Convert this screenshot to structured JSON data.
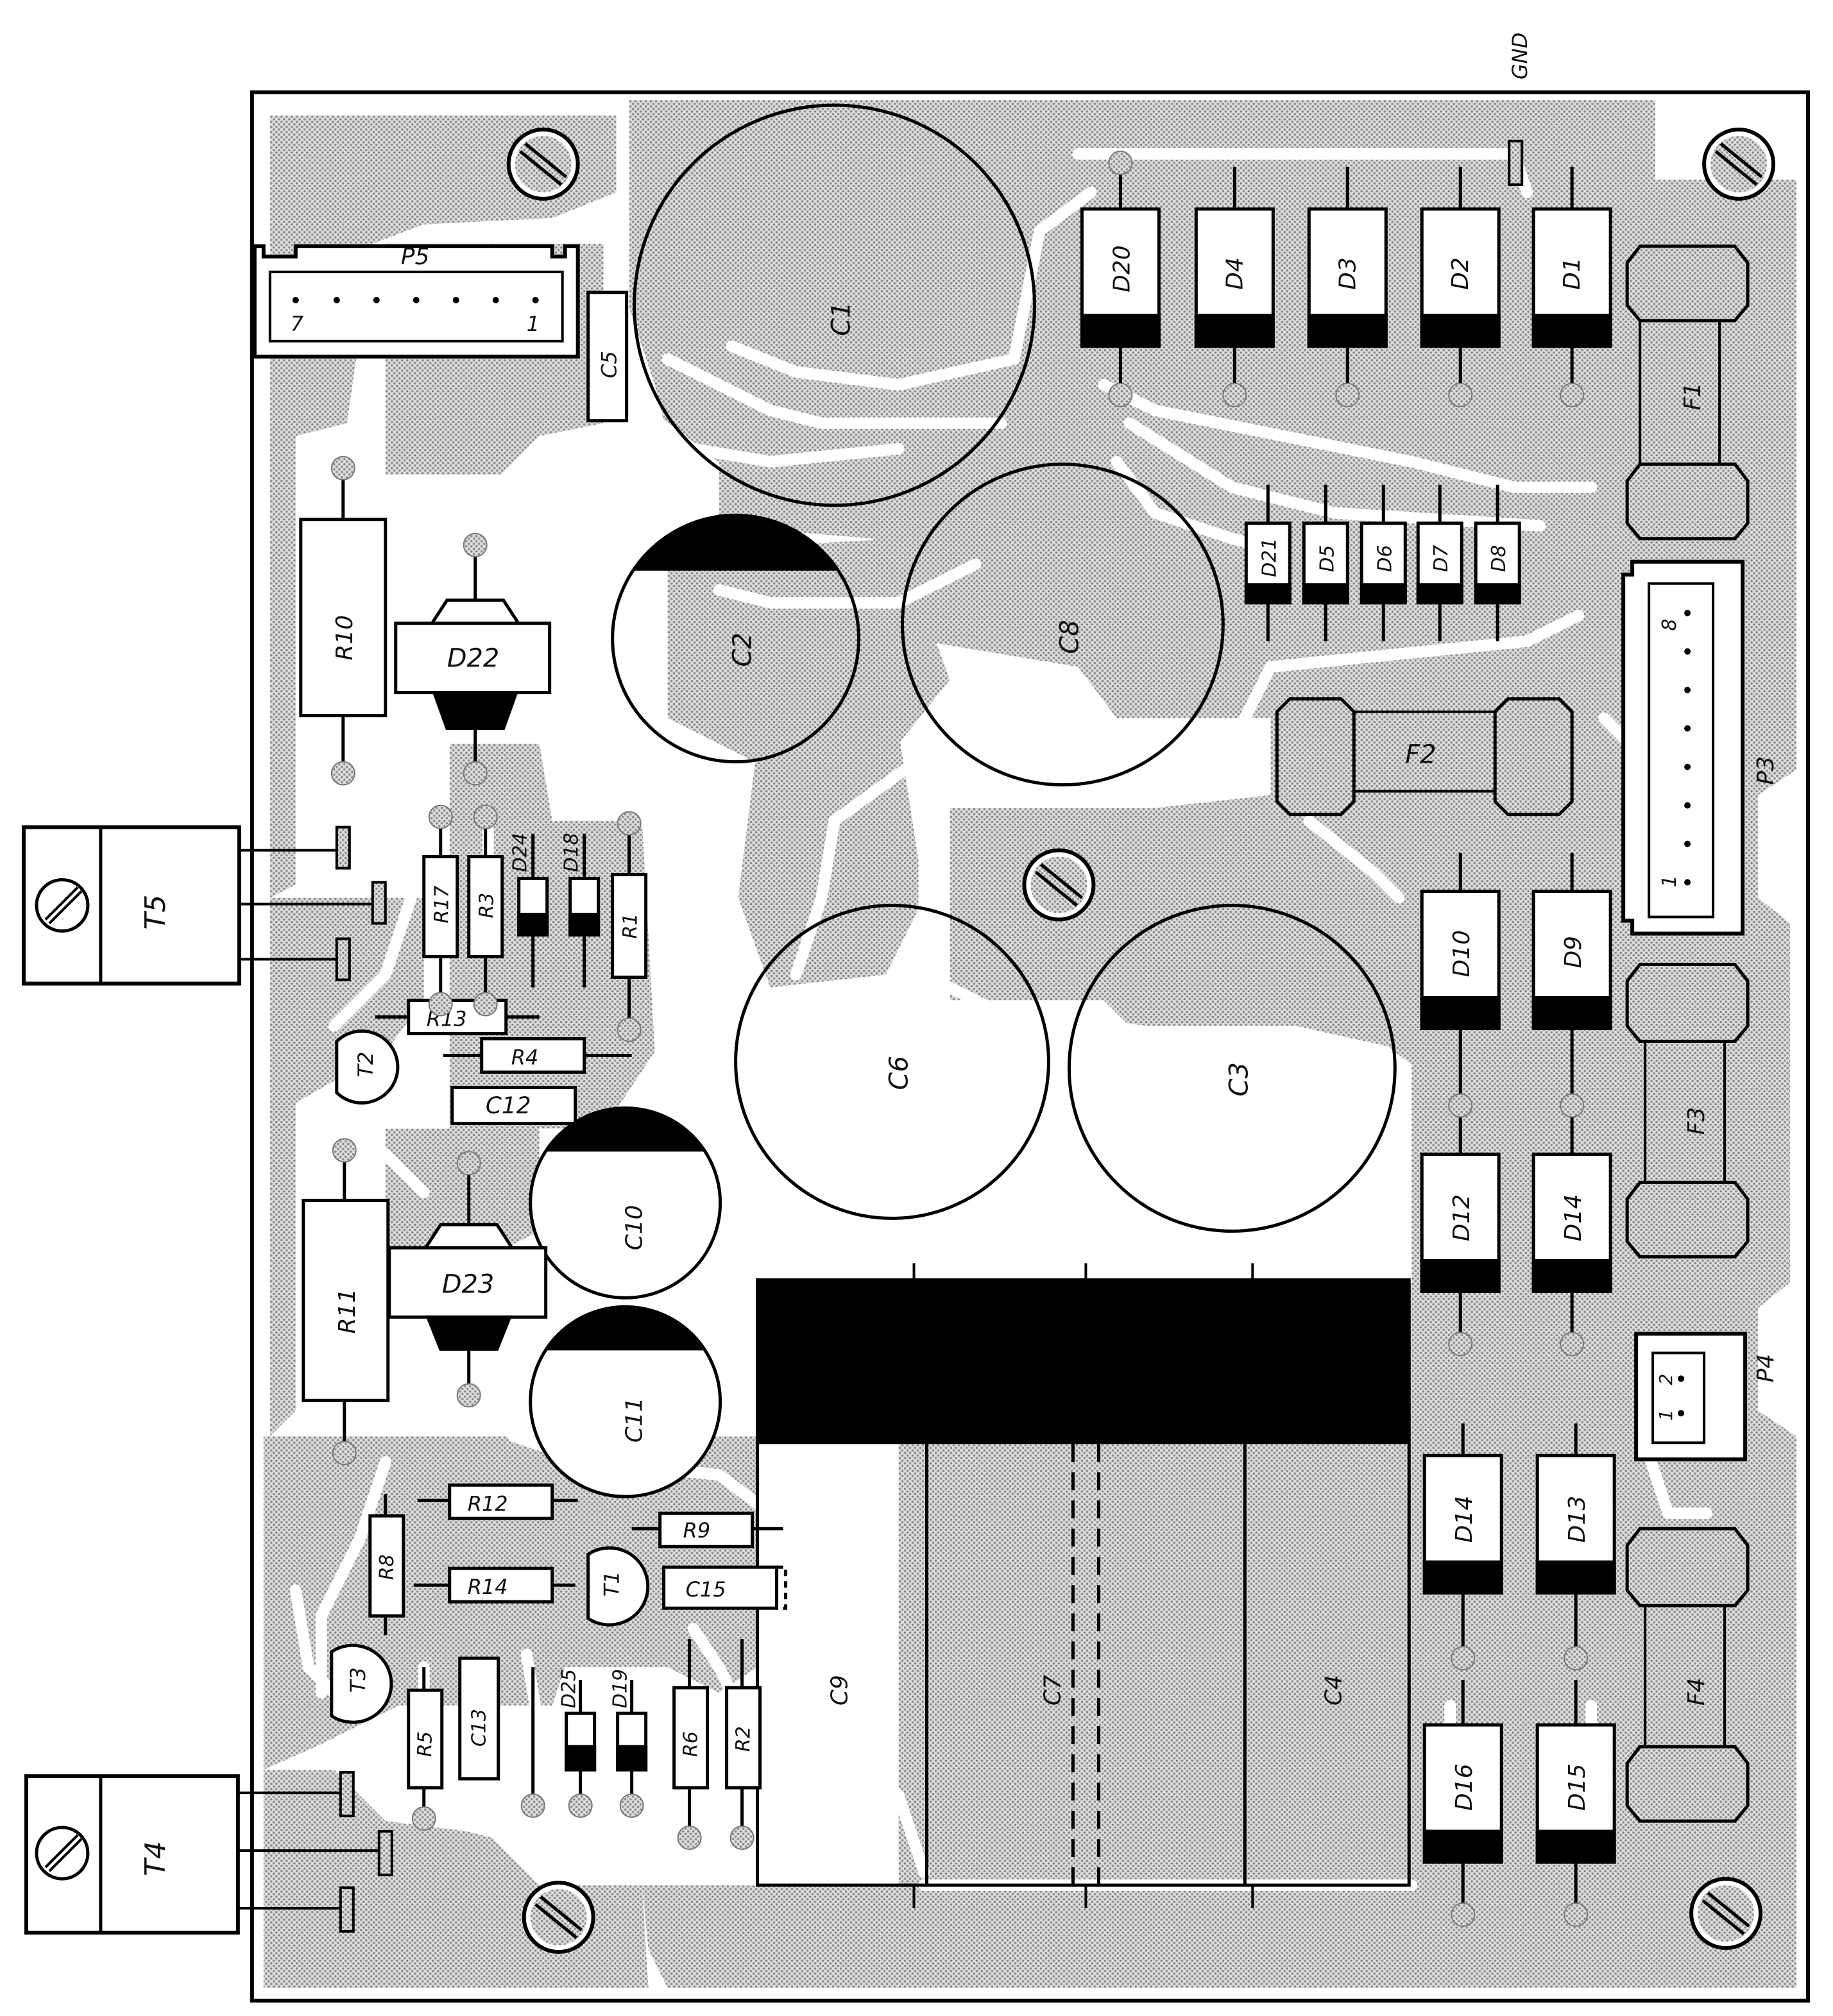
{
  "diagram": {
    "type": "pcb-component-layout",
    "labels": {
      "gnd": "GND",
      "p5": "P5",
      "p5_pin_first": "7",
      "p5_pin_last": "1",
      "p3": "P3",
      "p3_pin_first": "8",
      "p3_pin_last": "1",
      "p4": "P4",
      "p4_pin_1": "1",
      "p4_pin_2": "2",
      "c1": "C1",
      "c2": "C2",
      "c3": "C3",
      "c4": "C4",
      "c5": "C5",
      "c6": "C6",
      "c7": "C7",
      "c8": "C8",
      "c9": "C9",
      "c10": "C10",
      "c11": "C11",
      "c12": "C12",
      "c13": "C13",
      "c15": "C15",
      "d1": "D1",
      "d2": "D2",
      "d3": "D3",
      "d4": "D4",
      "d5": "D5",
      "d6": "D6",
      "d7": "D7",
      "d8": "D8",
      "d9": "D9",
      "d10": "D10",
      "d12": "D12",
      "d13": "D13",
      "d14": "D14",
      "d14b": "D14",
      "d15": "D15",
      "d16": "D16",
      "d18": "D18",
      "d19": "D19",
      "d20": "D20",
      "d21": "D21",
      "d22": "D22",
      "d23": "D23",
      "d24": "D24",
      "d25": "D25",
      "f1": "F1",
      "f2": "F2",
      "f3": "F3",
      "f4": "F4",
      "r1": "R1",
      "r2": "R2",
      "r3": "R3",
      "r4": "R4",
      "r5": "R5",
      "r6": "R6",
      "r8": "R8",
      "r9": "R9",
      "r10": "R10",
      "r11": "R11",
      "r12": "R12",
      "r13": "R13",
      "r14": "R14",
      "r17": "R17",
      "t1": "T1",
      "t2": "T2",
      "t3": "T3",
      "t4": "T4",
      "t5": "T5"
    }
  }
}
